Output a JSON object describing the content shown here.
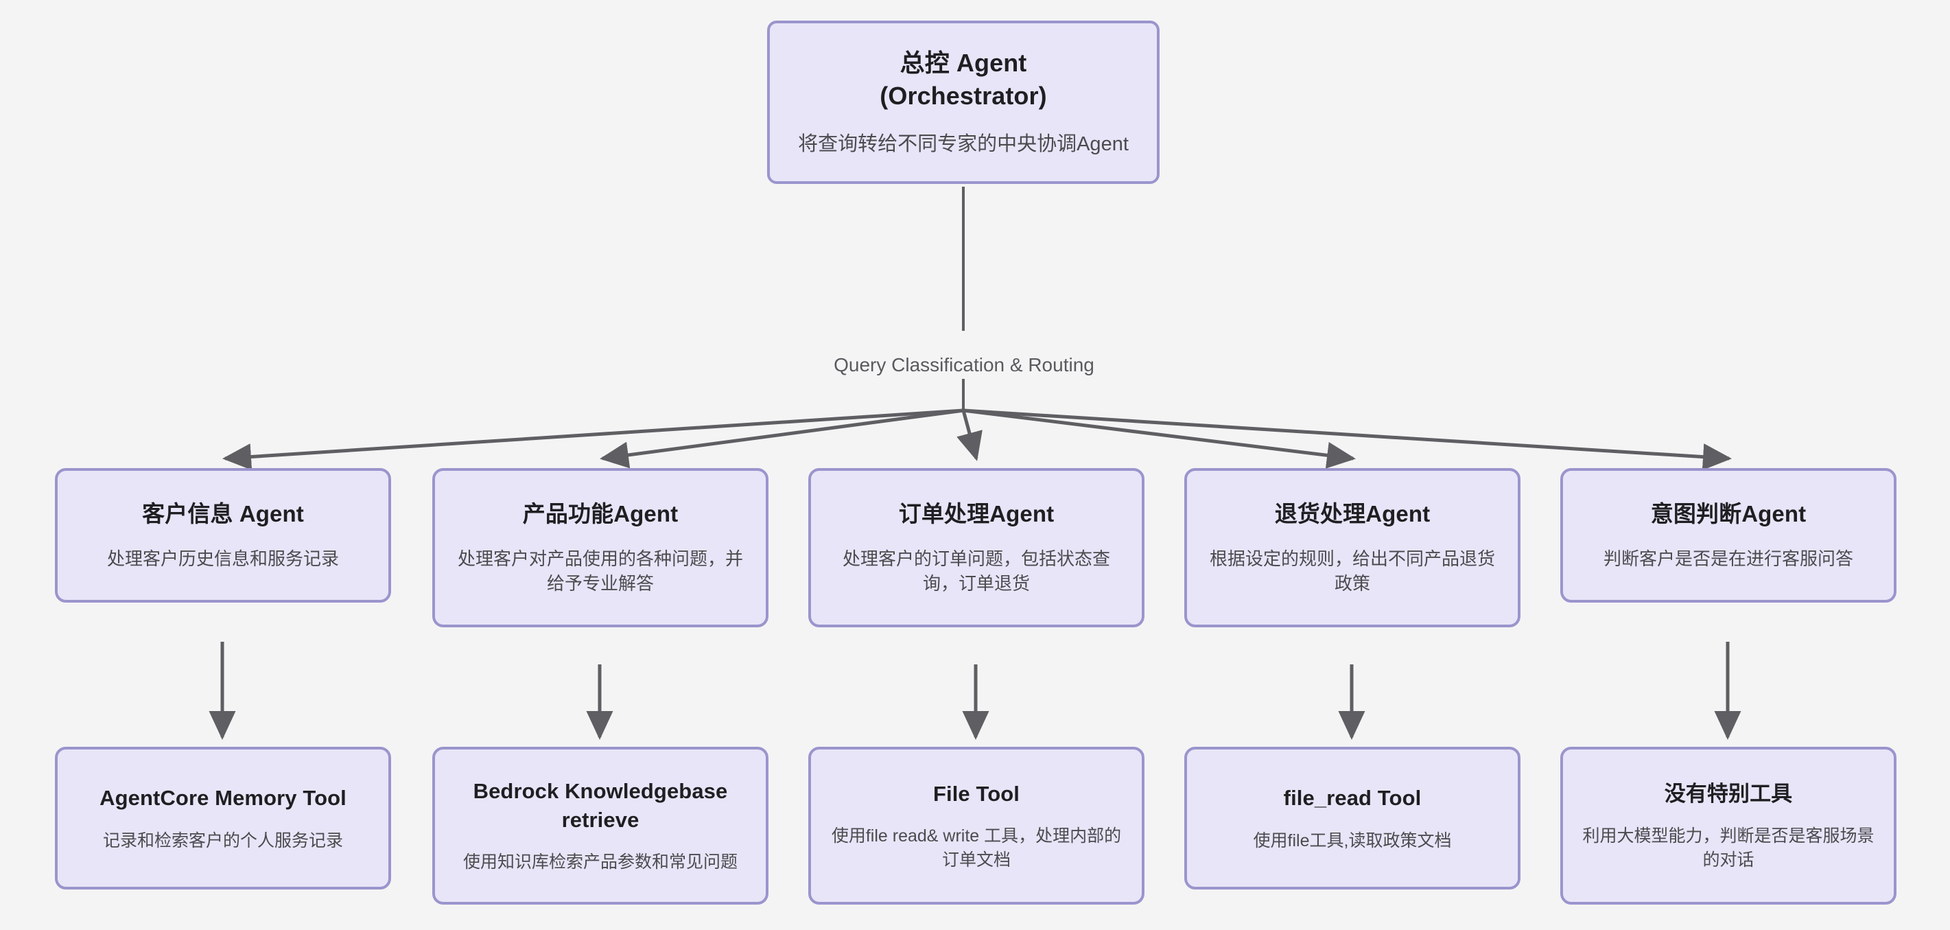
{
  "diagram": {
    "background_color": "#f4f4f5",
    "node_fill": "#e8e5f8",
    "node_border": "#9a95cc",
    "edge_color": "#5f5f63",
    "root": {
      "title_line1": "总控 Agent",
      "title_line2": "(Orchestrator)",
      "desc": "将查询转给不同专家的中央协调Agent"
    },
    "routing_label": "Query Classification & Routing",
    "agents": [
      {
        "title": "客户信息 Agent",
        "desc": "处理客户历史信息和服务记录"
      },
      {
        "title": "产品功能Agent",
        "desc": "处理客户对产品使用的各种问题，并给予专业解答"
      },
      {
        "title": "订单处理Agent",
        "desc": "处理客户的订单问题，包括状态查询，订单退货"
      },
      {
        "title": "退货处理Agent",
        "desc": "根据设定的规则，给出不同产品退货政策"
      },
      {
        "title": "意图判断Agent",
        "desc": "判断客户是否是在进行客服问答"
      }
    ],
    "tools": [
      {
        "title": "AgentCore Memory Tool",
        "desc": "记录和检索客户的个人服务记录"
      },
      {
        "title_line1": "Bedrock Knowledgebase",
        "title_line2": "retrieve",
        "desc": "使用知识库检索产品参数和常见问题"
      },
      {
        "title": "File Tool",
        "desc": "使用file read& write 工具，处理内部的订单文档"
      },
      {
        "title": "file_read Tool",
        "desc": "使用file工具,读取政策文档"
      },
      {
        "title": "没有特别工具",
        "desc": "利用大模型能力，判断是否是客服场景的对话"
      }
    ]
  }
}
